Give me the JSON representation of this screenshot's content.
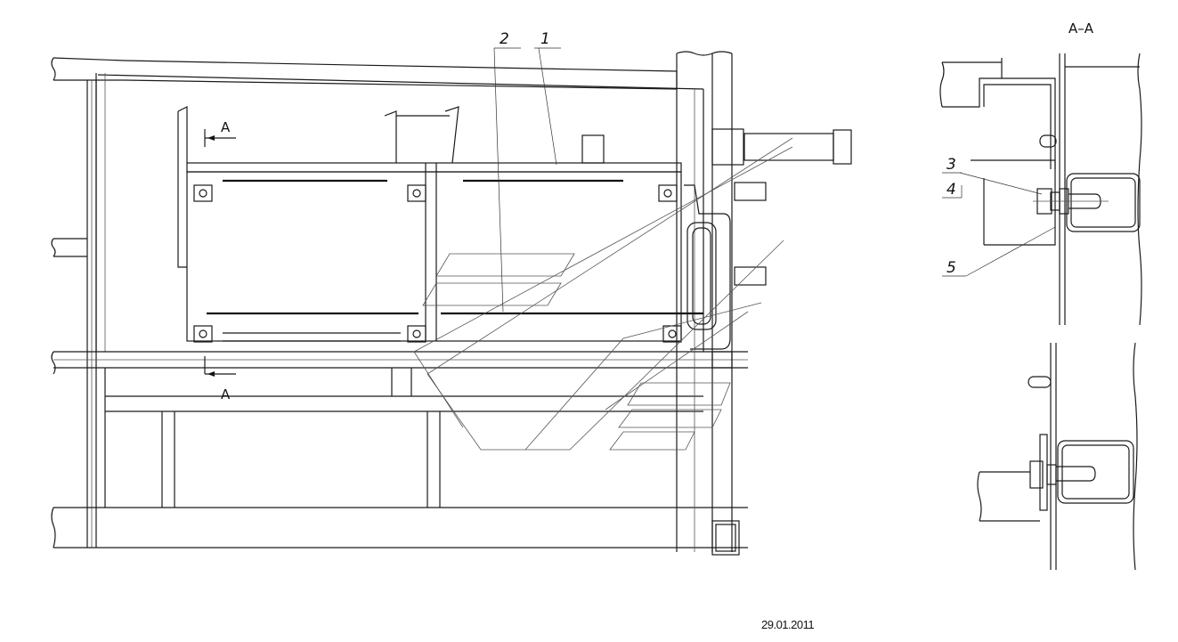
{
  "section_title": "A–A",
  "section_marks": {
    "top": "A",
    "bottom": "A"
  },
  "callouts": {
    "c1": "1",
    "c2": "2",
    "c3": "3",
    "c4": "4",
    "c5": "5"
  },
  "date": "29.01.2011"
}
